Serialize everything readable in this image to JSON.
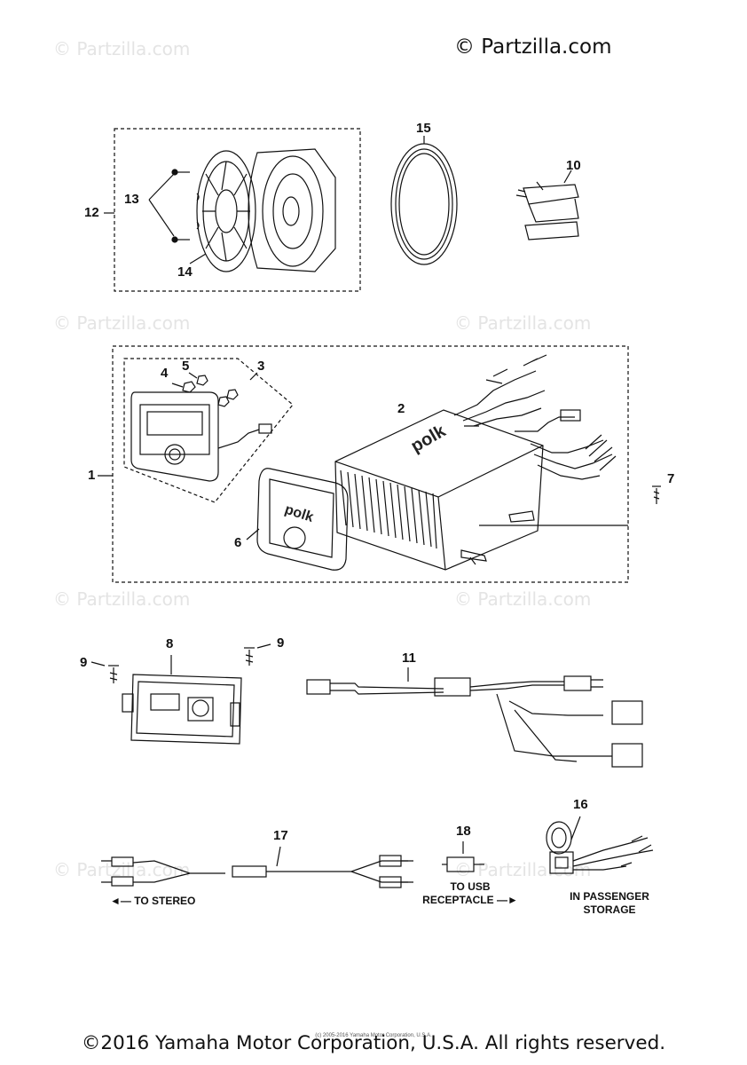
{
  "watermark": {
    "top": "© Partzilla.com",
    "repeat": "© Partzilla.com"
  },
  "callouts": {
    "c1": "1",
    "c2": "2",
    "c3": "3",
    "c4": "4",
    "c5": "5",
    "c6": "6",
    "c7": "7",
    "c8": "8",
    "c9a": "9",
    "c9b": "9",
    "c10": "10",
    "c11": "11",
    "c12": "12",
    "c13": "13",
    "c14": "14",
    "c15": "15",
    "c16": "16",
    "c17": "17",
    "c18": "18"
  },
  "labels": {
    "to_stereo": "◄— TO STEREO",
    "to_usb_line1": "TO USB",
    "to_usb_line2": "RECEPTACLE —►",
    "passenger_line1": "IN PASSENGER",
    "passenger_line2": "STORAGE"
  },
  "parts": {
    "brand_mark": "polk"
  },
  "footer": {
    "copyright": "©2016 Yamaha Motor Corporation, U.S.A. All rights reserved.",
    "fine_print": "(c) 2005-2016 Yamaha Motor Corporation, U.S.A."
  }
}
